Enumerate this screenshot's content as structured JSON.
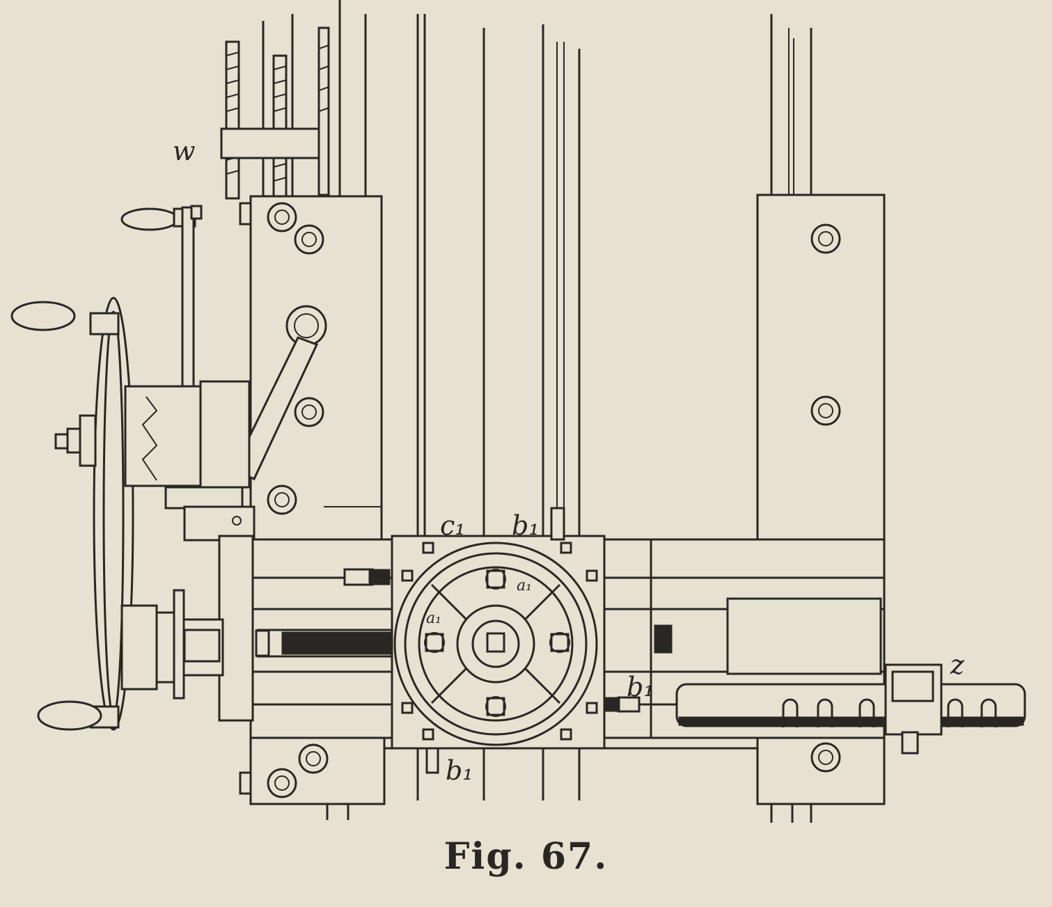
{
  "figure": {
    "caption": "Fig. 67.",
    "labels": {
      "w": "w",
      "c1": "c₁",
      "b1_top": "b₁",
      "b1_right": "b₁",
      "b1_bottom": "b₁",
      "z": "z",
      "a1_left": "a₁",
      "a1_top": "a₁"
    }
  },
  "colors": {
    "paper": "#e6e1d1",
    "ink": "#2a2623"
  }
}
